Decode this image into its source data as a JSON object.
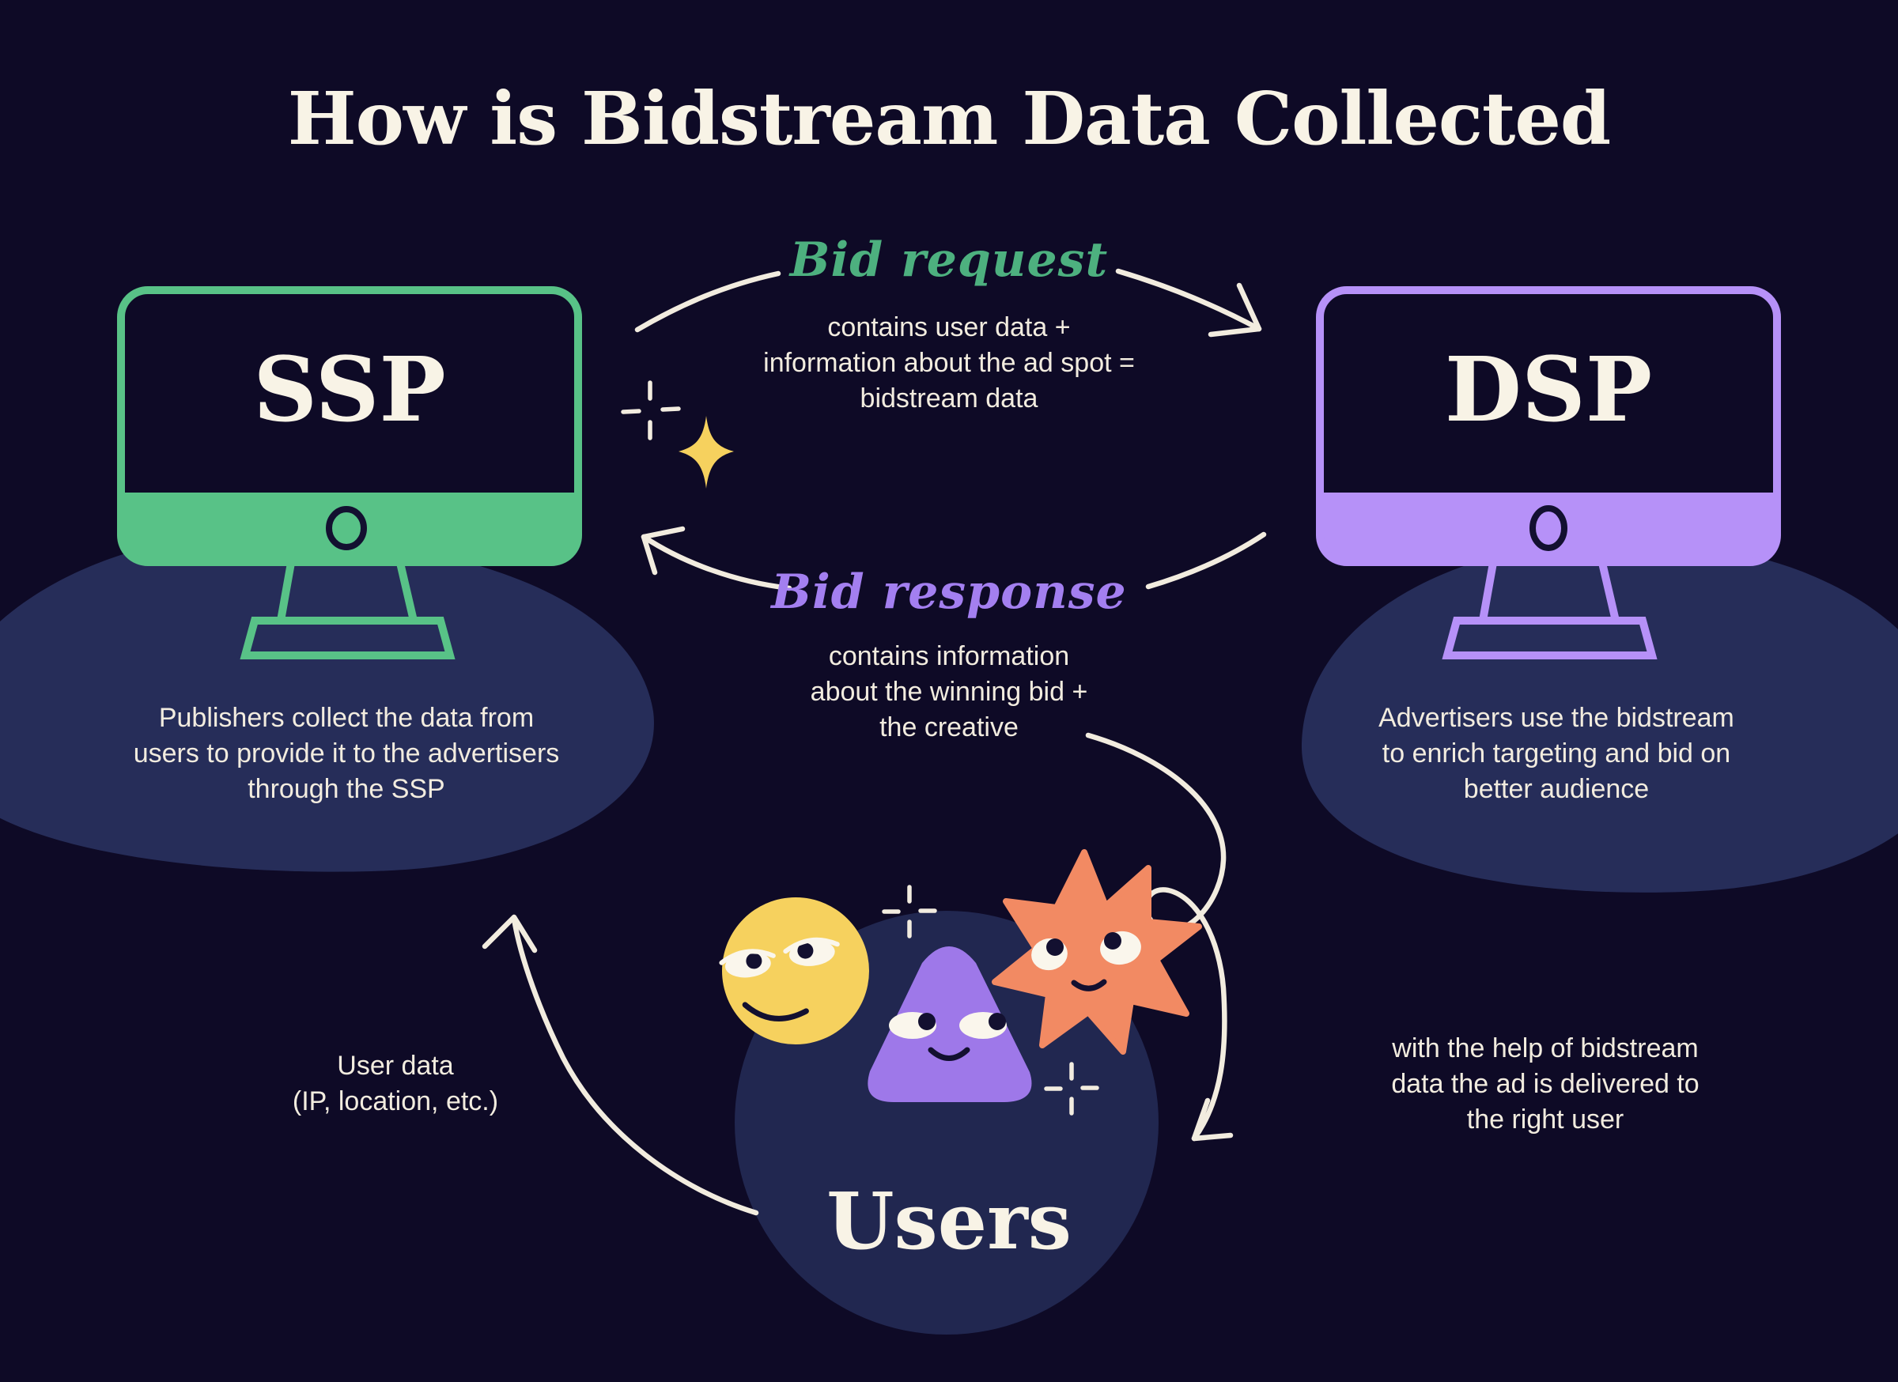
{
  "title": "How is Bidstream Data Collected",
  "nodes": {
    "ssp": {
      "label": "SSP",
      "description_lines": [
        "Publishers collect the data from",
        "users to provide it to the advertisers",
        "through the SSP"
      ]
    },
    "dsp": {
      "label": "DSP",
      "description_lines": [
        "Advertisers use the bidstream",
        "to enrich targeting and bid on",
        "better audience"
      ]
    },
    "users": {
      "label": "Users"
    }
  },
  "flows": {
    "bid_request": {
      "label": "Bid request",
      "description_lines": [
        "contains user data +",
        "information about the ad spot =",
        "bidstream data"
      ]
    },
    "bid_response": {
      "label": "Bid response",
      "description_lines": [
        "contains information",
        "about the winning bid +",
        "the creative"
      ]
    },
    "user_data_lines": [
      "User data",
      "(IP, location, etc.)"
    ],
    "ad_delivery_lines": [
      "with the help of bidstream",
      "data the ad is delivered to",
      "the right user"
    ]
  },
  "colors": {
    "bg": "#0e0a26",
    "panel": "#262d59",
    "users-disc": "#212750",
    "green": "#58c287",
    "green-ink": "#4db07f",
    "purple": "#b691f8",
    "purple-ink": "#a37ff0",
    "tri-purple": "#9e78e9",
    "cream": "#f2ecdf",
    "title-cream": "#f8f3e6",
    "yellow": "#f6d15e",
    "orange": "#f28a63",
    "ink-dark": "#131030"
  }
}
